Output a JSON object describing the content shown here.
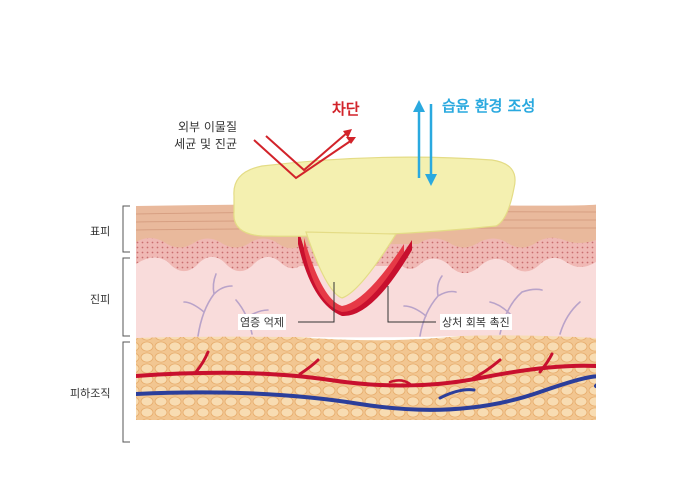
{
  "labels": {
    "external_line1": "외부 이물질",
    "external_line2": "세균 및 진균",
    "block": "차단",
    "moist": "습윤 환경 조성",
    "inflammation": "염증 억제",
    "healing": "상처 회복 촉진"
  },
  "layers": {
    "epidermis": "표피",
    "dermis": "진피",
    "subcutis": "피하조직"
  },
  "colors": {
    "block_red": "#d2232a",
    "moist_blue": "#2aa9df",
    "dressing": "#f4f0b0",
    "artery": "#c8102e",
    "vein": "#2b3e9b"
  }
}
